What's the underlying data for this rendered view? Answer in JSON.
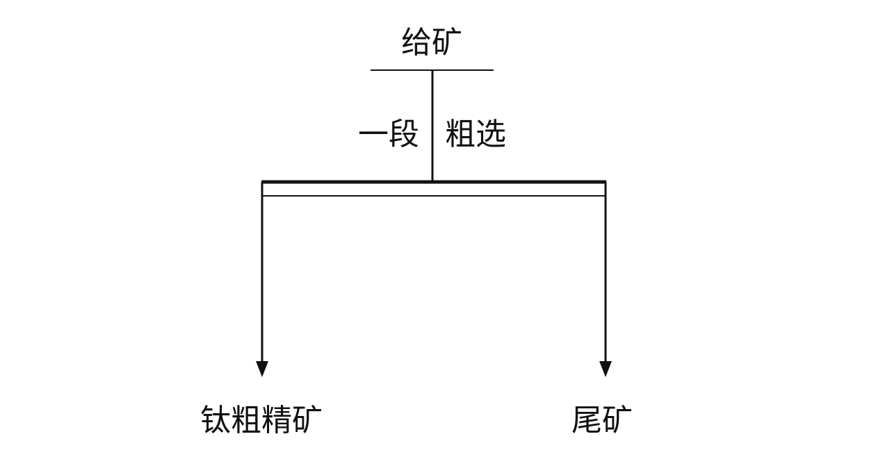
{
  "diagram": {
    "feed": "给矿",
    "stage_part1": "一段",
    "stage_part2": "粗选",
    "product_concentrate": "钛粗精矿",
    "product_tailings": "尾矿",
    "line_color": "#111111"
  }
}
